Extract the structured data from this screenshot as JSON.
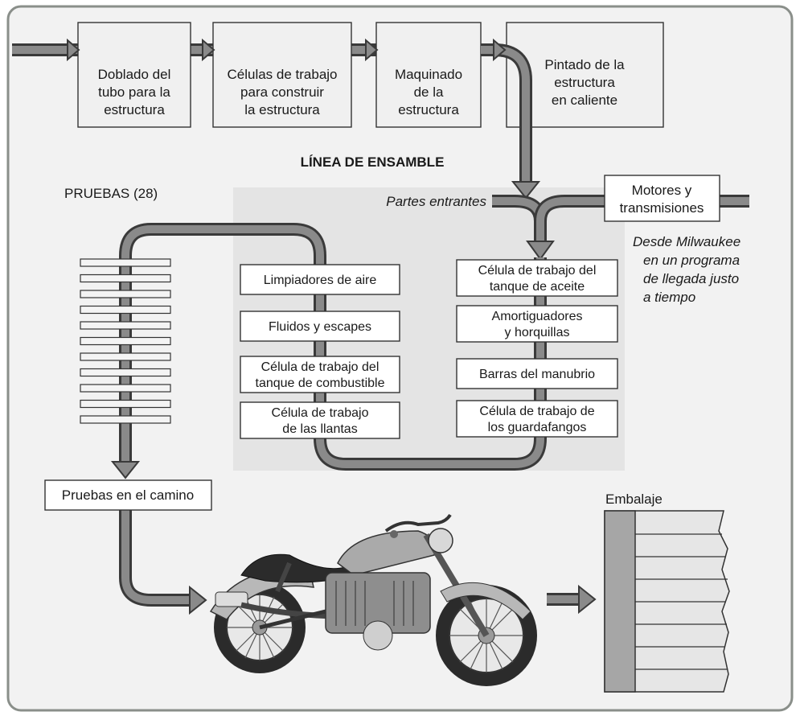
{
  "frame": {
    "bg": "#f2f2f2",
    "border": "#8a8f8a",
    "panel": "#e4e4e4"
  },
  "top_boxes": [
    {
      "id": "bending",
      "lines": [
        "Doblado del",
        "tubo para la",
        "estructura"
      ]
    },
    {
      "id": "frame-cells",
      "lines": [
        "Células de trabajo",
        "para construir",
        "la estructura"
      ]
    },
    {
      "id": "machining",
      "lines": [
        "Maquinado",
        "de la",
        "estructura"
      ]
    },
    {
      "id": "painting",
      "lines": [
        "Pintado de la",
        "estructura",
        "en caliente"
      ]
    }
  ],
  "assembly_title": "LÍNEA DE ENSAMBLE",
  "tests_label": "PRUEBAS (28)",
  "incoming_parts": "Partes entrantes",
  "motors_box": [
    "Motores y",
    "transmisiones"
  ],
  "milwaukee_note": [
    "Desde Milwaukee",
    "en un programa",
    "de llegada justo",
    "a tiempo"
  ],
  "left_cells": [
    [
      "Limpiadores de aire"
    ],
    [
      "Fluidos y escapes"
    ],
    [
      "Célula de trabajo del",
      "tanque de combustible"
    ],
    [
      "Célula de trabajo",
      "de las llantas"
    ]
  ],
  "right_cells": [
    [
      "Célula de trabajo del",
      "tanque de aceite"
    ],
    [
      "Amortiguadores",
      "y horquillas"
    ],
    [
      "Barras del manubrio"
    ],
    [
      "Célula de trabajo de",
      "los guardafangos"
    ]
  ],
  "road_test": "Pruebas en el camino",
  "packaging": "Embalaje",
  "test_bar_count": 11
}
